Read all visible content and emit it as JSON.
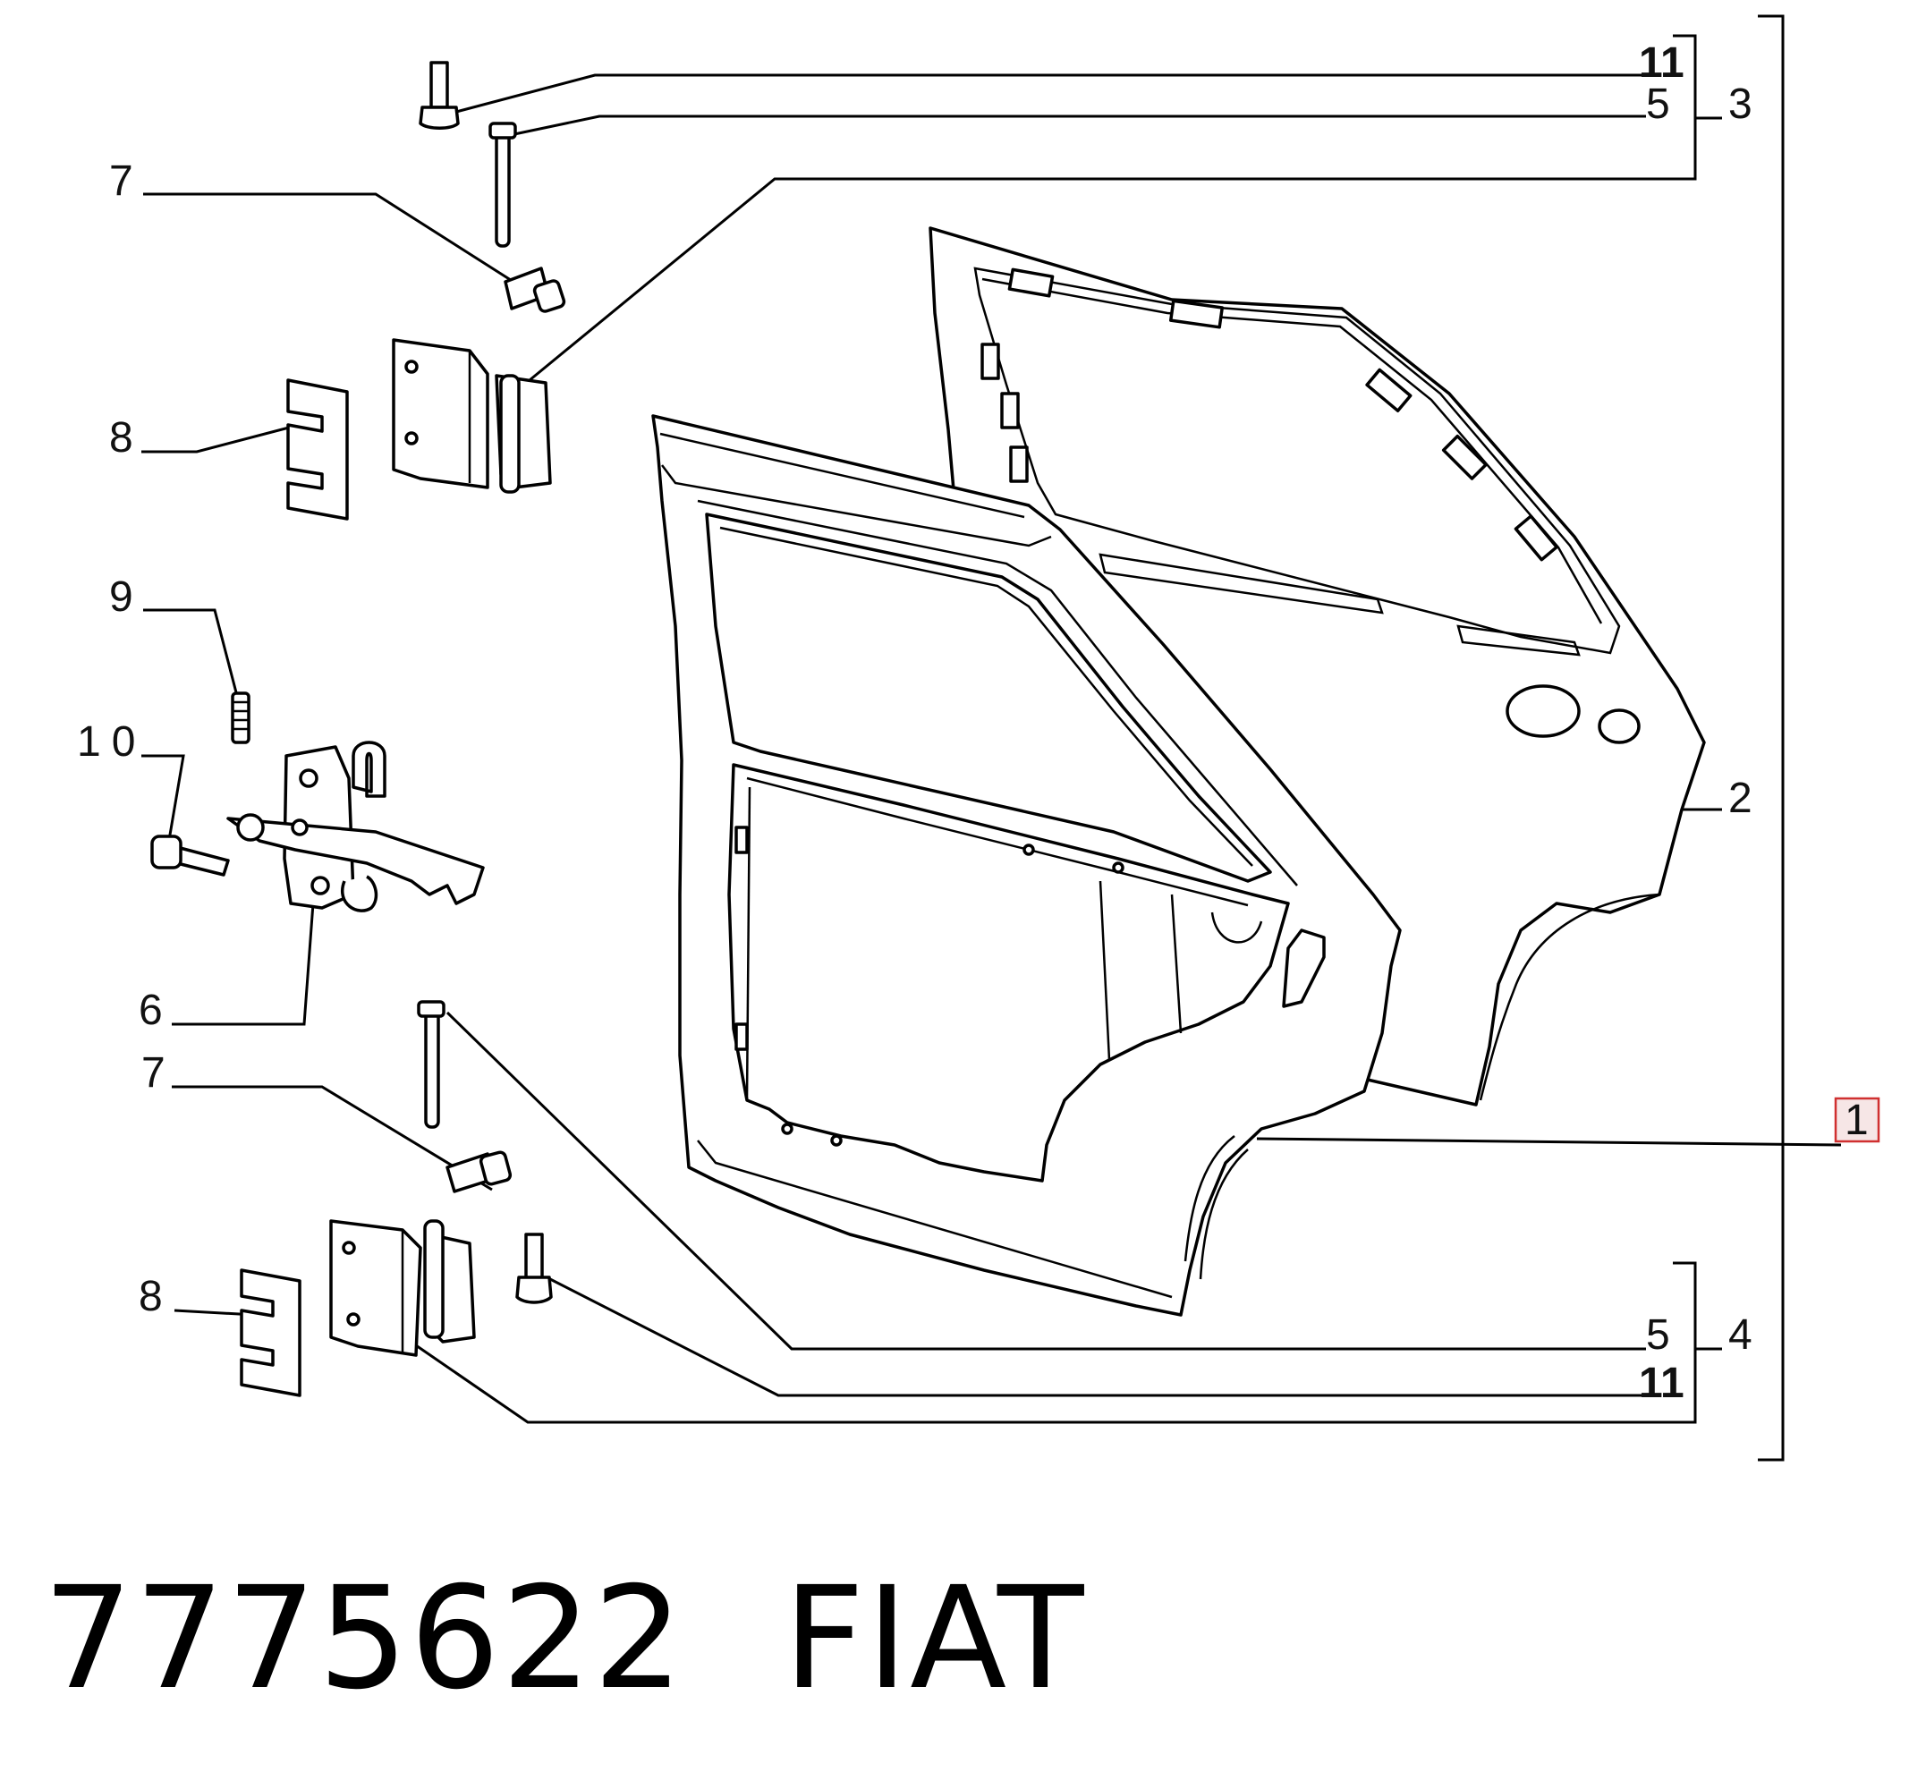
{
  "callouts": {
    "c11_top": "11",
    "c5_top": "5",
    "c3": "3",
    "c7_top": "7",
    "c8_top": "8",
    "c9": "9",
    "c10": "10",
    "c6": "6",
    "c7_bottom": "7",
    "c8_bottom": "8",
    "c2": "2",
    "c1": "1",
    "c5_bottom": "5",
    "c4": "4",
    "c11_bottom": "11"
  },
  "caption": {
    "part_number": "7775622",
    "brand": "FIAT"
  },
  "colors": {
    "line": "#000000",
    "highlight_box": "#d03030"
  }
}
